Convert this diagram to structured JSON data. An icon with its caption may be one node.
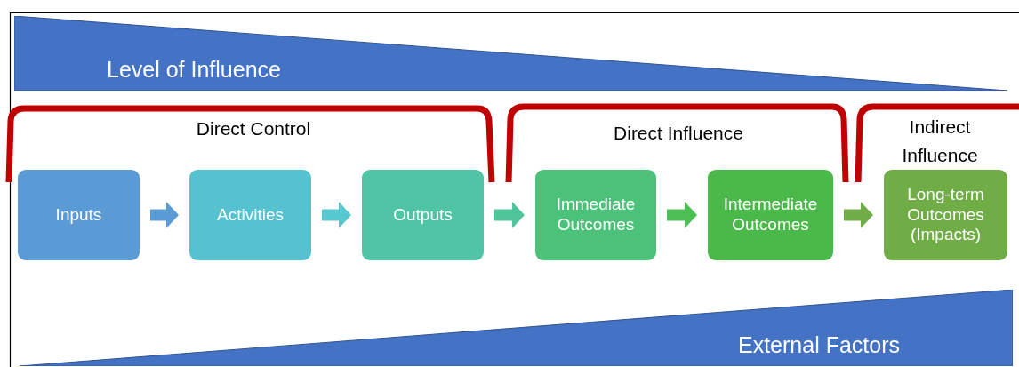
{
  "diagram": {
    "nodes": [
      {
        "text": [
          "Level of Influence"
        ]
      },
      {
        "text": [
          "Inputs"
        ]
      },
      {
        "text": [
          "Activities"
        ]
      },
      {
        "text": [
          "Outputs"
        ]
      },
      {
        "text": [
          "Immediate Outcomes"
        ]
      },
      {
        "text": [
          "Intermediate Outcomes"
        ]
      },
      {
        "text": [
          "Long-term Outcomes (Impacts)"
        ]
      },
      {
        "text": [
          "External Factors"
        ]
      }
    ],
    "edges": [
      {
        "from": 1,
        "to": 2,
        "arrow": "to",
        "color": "#5b9bd5"
      },
      {
        "from": 2,
        "to": 3,
        "arrow": "to",
        "color": "#56c8d0"
      },
      {
        "from": 3,
        "to": 4,
        "arrow": "to",
        "color": "#4fc59a"
      },
      {
        "from": 4,
        "to": 5,
        "arrow": "to",
        "color": "#4dbe52"
      },
      {
        "from": 5,
        "to": 6,
        "arrow": "to",
        "color": "#70ad47"
      }
    ],
    "labels": [
      "Direct Control",
      "Direct Influence",
      "Indirect Influence"
    ]
  }
}
